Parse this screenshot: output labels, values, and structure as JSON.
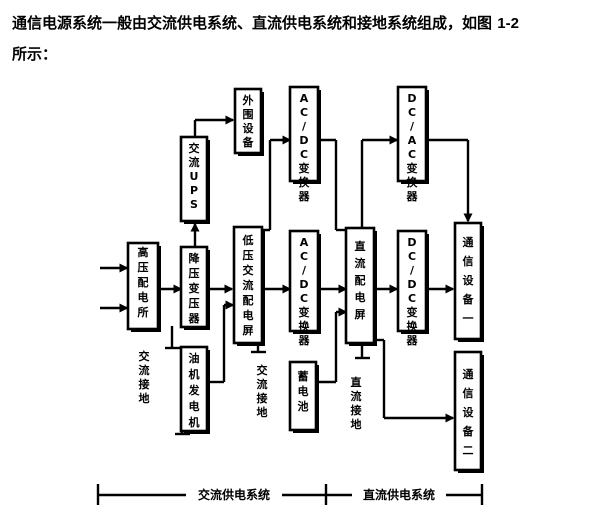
{
  "intro": {
    "text_before": "通信电源系统一般由交流供电系统、直流供电系统和接地系统组成，如图 ",
    "figure_ref": "1-2",
    "text_after": "所示："
  },
  "diagram": {
    "boxes": {
      "hv_room": "高压配电所",
      "step_down": "降压变压器",
      "ac_ups": "交流UPS",
      "facility": "外围设备",
      "lv_ac_panel": "低压交流配电屏",
      "acdc_top": "AC/DC变换器",
      "acdc_mid": "AC/DC变换器",
      "dc_panel": "直流配电屏",
      "dcac": "DC/AC变换器",
      "dcdc": "DC/DC变换器",
      "telecom_1": "通信设备一",
      "telecom_2": "通信设备二",
      "oil_generator": "油机发电机",
      "battery": "蓄电池"
    },
    "labels": {
      "ac_ground_1": "交流接地",
      "ac_ground_2": "交流接地",
      "dc_ground": "直流接地"
    },
    "systems": {
      "ac_system": "交流供电系统",
      "dc_system": "直流供电系统"
    }
  }
}
